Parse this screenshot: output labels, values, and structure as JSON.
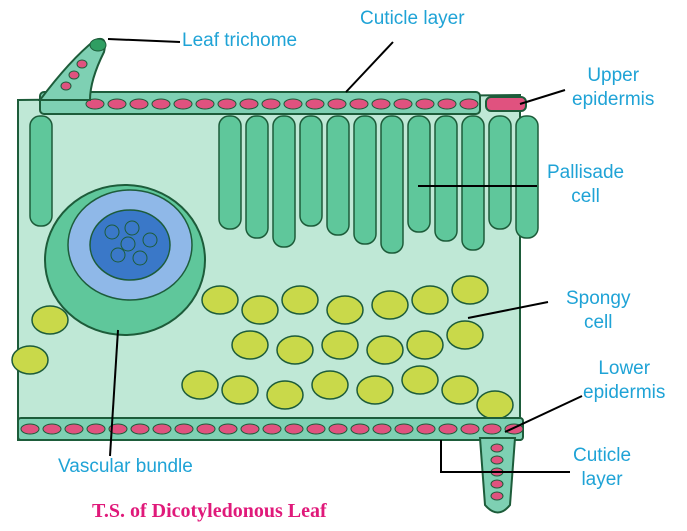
{
  "labels": {
    "leaf_trichome": "Leaf trichome",
    "cuticle_top": "Cuticle layer",
    "upper_epidermis": [
      "Upper",
      "epidermis"
    ],
    "pallisade_cell": [
      "Pallisade",
      "cell"
    ],
    "spongy_cell": [
      "Spongy",
      "cell"
    ],
    "lower_epidermis": [
      "Lower",
      "epidermis"
    ],
    "cuticle_bottom": [
      "Cuticle",
      "layer"
    ],
    "vascular_bundle": "Vascular  bundle"
  },
  "caption": "T.S. of Dicotyledonous Leaf",
  "colors": {
    "label_text": "#1fa3d6",
    "caption_text": "#e0197a",
    "epidermis_cell": "#e0527f",
    "palisade_fill": "#5fc79b",
    "spongy_fill": "#c9d94a",
    "vascular_xylem": "#3a78c8",
    "vascular_phloem": "#8fb8e8",
    "tissue_outline": "#1d5c3a"
  }
}
